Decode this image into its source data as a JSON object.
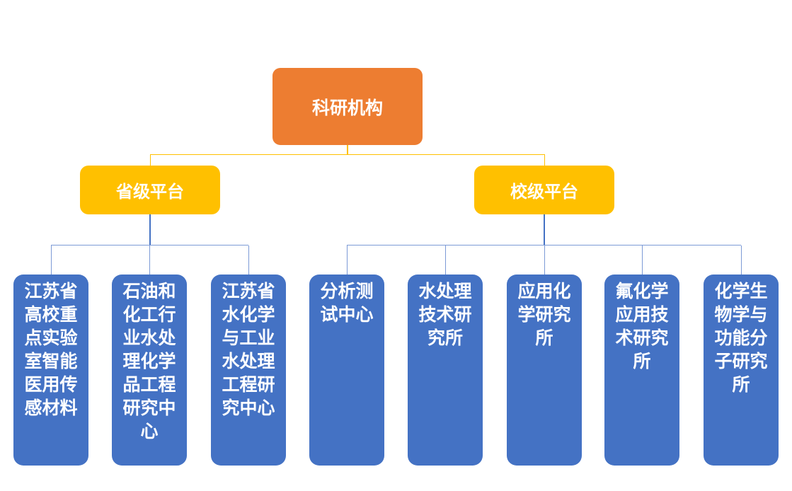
{
  "colors": {
    "root_fill": "#ED7D31",
    "branch_fill": "#FFC000",
    "child_fill": "#4472C4",
    "node_text": "#FFFFFF",
    "connector_gold": "#FFC000",
    "connector_blue": "#4472C4",
    "connector_blue_light": "#7C9AD6"
  },
  "org": {
    "root": {
      "label": "科研机构"
    },
    "branches": [
      {
        "label": "省级平台",
        "children": [
          {
            "label": "江苏省高校重点实验室智能医用传感材料",
            "lines": [
              "江苏省",
              "高校重",
              "点实验",
              "室智能",
              "医用传",
              "感材料"
            ]
          },
          {
            "label": "石油和化工行业水处理化学品工程研究中心",
            "lines": [
              "石油和",
              "化工行",
              "业水处",
              "理化学",
              "品工程",
              "研究中",
              "心"
            ]
          },
          {
            "label": "江苏省水化学与工业水处理工程研究中心",
            "lines": [
              "江苏省",
              "水化学",
              "与工业",
              "水处理",
              "工程研",
              "究中心"
            ]
          }
        ]
      },
      {
        "label": "校级平台",
        "children": [
          {
            "label": "分析测试中心",
            "lines": [
              "分析测",
              "试中心"
            ]
          },
          {
            "label": "水处理技术研究所",
            "lines": [
              "水处理",
              "技术研",
              "究所"
            ]
          },
          {
            "label": "应用化学研究所",
            "lines": [
              "应用化",
              "学研究",
              "所"
            ]
          },
          {
            "label": "氟化学应用技术研究所",
            "lines": [
              "氟化学",
              "应用技",
              "术研究",
              "所"
            ]
          },
          {
            "label": "化学生物学与功能分子研究所",
            "lines": [
              "化学生",
              "物学与",
              "功能分",
              "子研究",
              "所"
            ]
          }
        ]
      }
    ]
  }
}
